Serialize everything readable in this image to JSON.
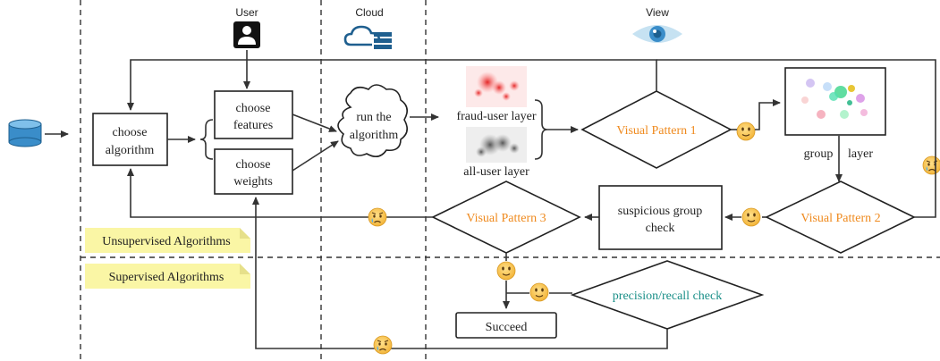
{
  "columns": {
    "user": "User",
    "cloud": "Cloud",
    "view": "View"
  },
  "nodes": {
    "choose_algorithm": [
      "choose",
      "algorithm"
    ],
    "choose_features": [
      "choose",
      "features"
    ],
    "choose_weights": [
      "choose",
      "weights"
    ],
    "run_algorithm": [
      "run the",
      "algorithm"
    ],
    "fraud_layer": "fraud-user layer",
    "all_layer": "all-user layer",
    "visual_pattern_1": "Visual Pattern 1",
    "visual_pattern_2": "Visual Pattern 2",
    "visual_pattern_3": "Visual Pattern 3",
    "group_label": "group",
    "layer_label": "layer",
    "suspicious_group": [
      "suspicious group",
      "check"
    ],
    "precision_recall": "precision/recall check",
    "succeed": "Succeed"
  },
  "notes": {
    "unsupervised": "Unsupervised Algorithms",
    "supervised": "Supervised Algorithms"
  },
  "icons": [
    "database-icon",
    "user-icon",
    "cloud-server-icon",
    "eye-icon",
    "happy-face-icon",
    "sad-face-icon"
  ],
  "colors": {
    "pattern_text": "#ef8a1e",
    "check_text": "#1a8f88",
    "note_fill": "#faf6a5",
    "icon_blue": "#3a8dc9"
  }
}
